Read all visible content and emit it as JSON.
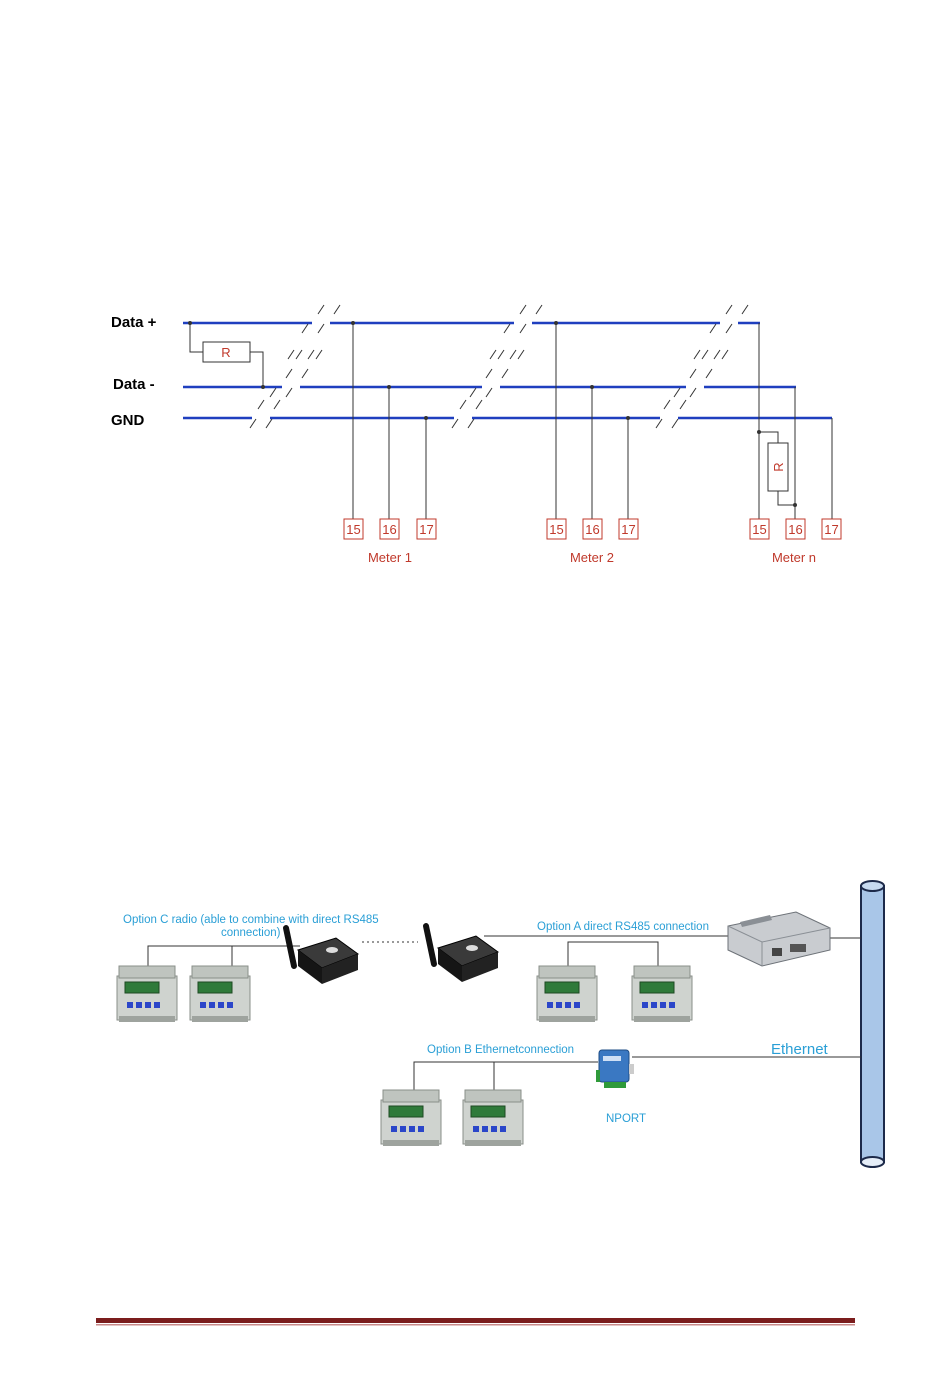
{
  "wiring": {
    "bus_labels": {
      "data_plus": "Data +",
      "data_minus": "Data -",
      "gnd": "GND"
    },
    "resistor_label": "R",
    "terminals": [
      "15",
      "16",
      "17"
    ],
    "meters": [
      "Meter 1",
      "Meter 2",
      "Meter n"
    ],
    "colors": {
      "bus": "#1f3fbf",
      "accent": "#c0392b"
    }
  },
  "network": {
    "option_c": "Option C radio (able to combine with direct RS485",
    "option_c_line2": "connection)",
    "option_a": "Option A direct RS485 connection",
    "option_b": "Option B Ethernetconnection",
    "nport": "NPORT",
    "ethernet": "Ethernet",
    "colors": {
      "caption": "#2a9fd6"
    }
  }
}
